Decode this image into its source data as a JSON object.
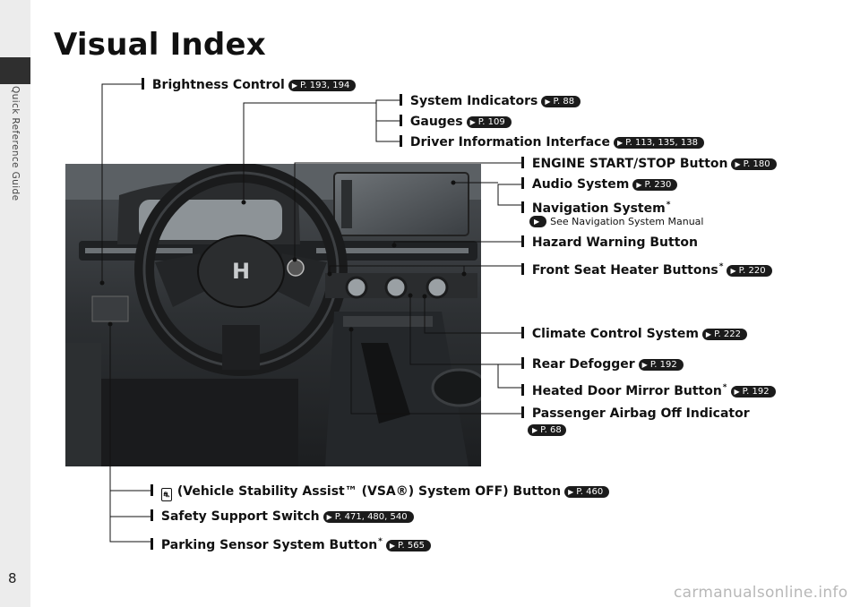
{
  "sidebar": {
    "section_label": "Quick Reference Guide",
    "page_number": "8"
  },
  "title": "Visual Index",
  "labels": {
    "brightness": {
      "text": "Brightness Control",
      "ref": "P. 193, 194"
    },
    "system_indicators": {
      "text": "System Indicators",
      "ref": "P. 88"
    },
    "gauges": {
      "text": "Gauges",
      "ref": "P. 109"
    },
    "driver_info": {
      "text": "Driver Information Interface",
      "ref": "P. 113, 135, 138"
    },
    "engine_start": {
      "text": "ENGINE START/STOP Button",
      "ref": "P. 180"
    },
    "audio": {
      "text": "Audio System",
      "ref": "P. 230"
    },
    "navigation": {
      "text": "Navigation System",
      "note": "See Navigation System Manual"
    },
    "hazard": {
      "text": "Hazard Warning Button"
    },
    "seat_heater": {
      "text": "Front Seat Heater Buttons",
      "ref": "P. 220"
    },
    "climate": {
      "text": "Climate Control System",
      "ref": "P. 222"
    },
    "rear_defogger": {
      "text": "Rear Defogger",
      "ref": "P. 192"
    },
    "mirror": {
      "text": "Heated Door Mirror Button",
      "ref": "P. 192"
    },
    "airbag": {
      "text": "Passenger Airbag Off Indicator",
      "ref": "P. 68"
    },
    "vsa": {
      "text": "(Vehicle Stability Assist™ (VSA®) System OFF) Button",
      "ref": "P. 460"
    },
    "safety": {
      "text": "Safety Support Switch",
      "ref": "P. 471, 480, 540"
    },
    "parking": {
      "text": "Parking Sensor System Button",
      "ref": "P. 565"
    }
  },
  "footer": "carmanualsonline.info",
  "colors": {
    "ref_badge": "#1b1b1b",
    "sidebar_tab": "#2f2f2f",
    "sidebar_bg": "#ececec"
  }
}
